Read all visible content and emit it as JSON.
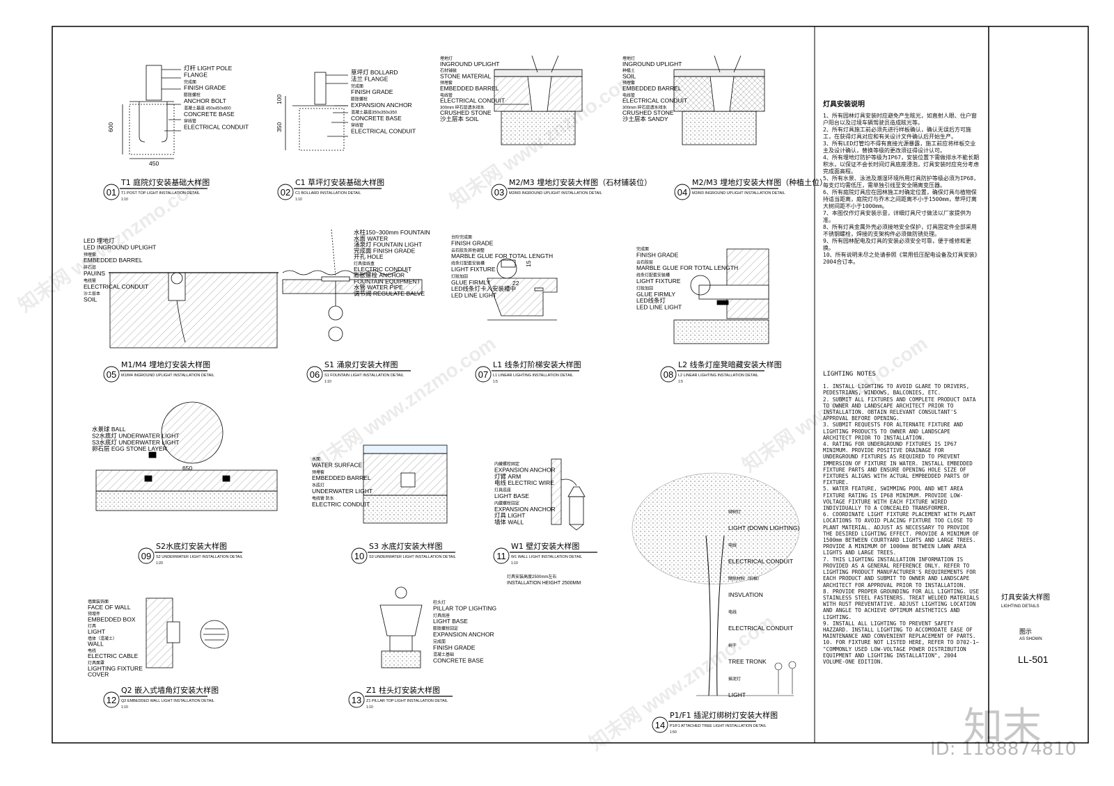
{
  "details": [
    {
      "num": "01",
      "title": "T1 庭院灯安装基础大样图",
      "subtitle": "T1 POST TOP LIGHT INSTALLATION DETAIL",
      "scale": "1:10",
      "labels": [
        "灯杆 LIGHT POLE",
        "FLANGE",
        "完成面",
        "FINISH GRADE",
        "膨胀螺栓",
        "ANCHOR BOLT",
        "混凝土基座 450x450x600",
        "CONCRETE BASE",
        "穿线管",
        "ELECTRICAL CONDUIT"
      ],
      "dims": [
        "600",
        "450"
      ]
    },
    {
      "num": "02",
      "title": "C1 草坪灯安装基础大样图",
      "subtitle": "C1 BOLLARD INSTALLATION DETAIL",
      "scale": "1:10",
      "labels": [
        "草坪灯 BOLLARD",
        "法兰 FLANGE",
        "完成面",
        "FINISH GRADE",
        "膨胀螺栓",
        "EXPANSION ANCHOR",
        "混凝土基座350x350x350",
        "CONCRETE BASE",
        "穿线管",
        "ELECTRICAL CONDUIT"
      ],
      "dims": [
        "100",
        "350"
      ]
    },
    {
      "num": "03",
      "title": "M2/M3 埋地灯安装大样图（石材铺装位）",
      "subtitle": "M2/M3 INGROUND UPLIGHT INSTALLATION DETAIL",
      "scale": "",
      "labels": [
        "埋地灯",
        "INGROUND UPLIGHT",
        "石材铺装",
        "STONE MATERIAL",
        "预埋套",
        "EMBEDDED BARREL",
        "电线管",
        "ELECTRICAL CONDUIT",
        "300mm 碎石层透水排水",
        "CRUSHED STONE",
        "沙土层本 SOIL"
      ],
      "dims": []
    },
    {
      "num": "04",
      "title": "M2/M3 埋地灯安装大样图（种植土位）",
      "subtitle": "M2/M3 INGROUND UPLIGHT INSTALLATION DETAIL",
      "scale": "",
      "labels": [
        "埋地灯",
        "INGROUND UPLIGHT",
        "种植土",
        "SOIL",
        "预埋套",
        "EMBEDDED BARREL",
        "电线管",
        "ELECTRICAL CONDUIT",
        "300mm 碎石层透水排水",
        "CRUSHED STONE",
        "沙土层本 SANDY"
      ],
      "dims": []
    },
    {
      "num": "05",
      "title": "M1/M4 埋地灯安装大样图",
      "subtitle": "M1/M4 INGROUND UPLIGHT INSTALLATION DETAIL",
      "scale": "",
      "labels": [
        "LED 埋地灯",
        "LED INGROUND UPLIGHT",
        "预埋套",
        "EMBEDDED BARREL",
        "碎石层",
        "PAUINS",
        "电线管",
        "ELECTRICAL CONDUIT",
        "沙土层本",
        "SOIL"
      ],
      "dims": []
    },
    {
      "num": "06",
      "title": "S1 涌泉灯安装大样图",
      "subtitle": "S1 FOUNTAIN LIGHT INSTALLATION DETAIL",
      "scale": "1:10",
      "labels": [
        "水柱150~300mm FOUNTAIN",
        "水面 WATER",
        "涌泉灯 FOUNTAIN LIGHT",
        "完成面 FINISH GRADE",
        "开孔 HOLE",
        "灯具接线盒",
        "ELECTRIC CONDUIT",
        "膨胀螺栓 ANCHOR",
        "FOUNTAIN EQUIPMENT",
        "水管 WATER PIPE",
        "调节阀 REGULATE BALVE"
      ],
      "dims": []
    },
    {
      "num": "07",
      "title": "L1 线条灯阶梯安装大样图",
      "subtitle": "L1 LINEAR LIGHTING INSTALLATION DETAIL",
      "scale": "1:5",
      "labels": [
        "台阶完成面",
        "FINISH GRADE",
        "云石胶及其他调整",
        "MARBLE GLUE FOR TOTAL LENGTH",
        "线条灯配套安装槽",
        "LIGHT FIXTURE",
        "灯胶加固",
        "GLUE FIRMLY",
        "LED线条灯卡入安装槽中",
        "LED LINE LIGHT"
      ],
      "dims": [
        "15",
        "22"
      ]
    },
    {
      "num": "08",
      "title": "L2 线条灯座凳暗藏安装大样图",
      "subtitle": "L2 LINEAR LIGHTING INSTALLATION DETAIL",
      "scale": "1:5",
      "labels": [
        "完成面",
        "FINISH GRADE",
        "云石胶层",
        "MARBLE GLUE FOR TOTAL LENGTH",
        "线条灯配套安装槽",
        "LIGHT FIXTURE",
        "灯胶加固",
        "GLUE FIRMLY",
        "LED线条灯",
        "LED LINE LIGHT"
      ],
      "dims": []
    },
    {
      "num": "09",
      "title": "S2水底灯安装大样图",
      "subtitle": "S2 UNDERWATER LIGHT INSTALLATION DETAIL",
      "scale": "1:20",
      "labels": [
        "水景球 BALL",
        "S2水底灯 UNDERWATER LIGHT",
        "S3水底灯 UNDERWATER LIGHT",
        "卵石层 EGG STONE LAYER"
      ],
      "dims": [
        "650"
      ]
    },
    {
      "num": "10",
      "title": "S3 水底灯安装大样图",
      "subtitle": "S3 UNDERWATER LIGHT INSTALLATION DETAIL",
      "scale": "",
      "labels": [
        "水面",
        "WATER SURFACE",
        "预埋套",
        "EMBEDDED BARREL",
        "水底灯",
        "UNDERWATER LIGHT",
        "电线管 防水",
        "ELECTRIC CONDUIT"
      ],
      "dims": []
    },
    {
      "num": "11",
      "title": "W1 壁灯安装大样图",
      "subtitle": "W1 WALL LIGHT INSTALLATION DETAIL",
      "scale": "1:10",
      "labels": [
        "内藏螺栓固定",
        "EXPANSION ANCHOR",
        "灯臂 ARM",
        "电线 ELECTRIC WIRE",
        "灯具底座",
        "LIGHT BASE",
        "内藏螺栓固定",
        "EXPANSION ANCHOR",
        "灯具 LIGHT",
        "墙体 WALL"
      ],
      "note_cn": "灯具安装高度2500mm左右",
      "note_en": "INSTALLATION HEIGHT 2500MM",
      "dims": []
    },
    {
      "num": "12",
      "title": "Q2 嵌入式墙角灯安装大样图",
      "subtitle": "Q2 EMBEDDED WALL LIGHT INSTALLATION DETAIL",
      "scale": "1:10",
      "labels": [
        "墙面装饰面",
        "FACE OF WALL",
        "预埋件",
        "EMBEDDED BOX",
        "灯具",
        "LIGHT",
        "墙体（混凝土）",
        "WALL",
        "电线",
        "ELECTRIC CABLE",
        "灯具面罩",
        "LIGHTING FIXTURE",
        "COVER"
      ],
      "dims": []
    },
    {
      "num": "13",
      "title": "Z1 柱头灯安装大样图",
      "subtitle": "Z1 PILLAR TOP LIGHT INSTALLATION DETAIL",
      "scale": "1:10",
      "labels": [
        "柱头灯",
        "PILLAR TOP LIGHTING",
        "灯具底座",
        "LIGHT BASE",
        "膨胀螺栓固定",
        "EXPANSION ANCHOR",
        "完成面",
        "FINISH GRADE",
        "混凝土基础",
        "CONCRETE BASE"
      ],
      "dims": []
    },
    {
      "num": "14",
      "title": "P1/F1 插泥灯绑树灯安装大样图",
      "subtitle": "P1/F1 ATTACHED TREE LIGHT INSTALLATION DETAIL",
      "scale": "1:50",
      "labels": [
        "绑树灯",
        "LIGHT (DOWN LIGHTING)",
        "电线",
        "ELECTRICAL CONDUIT",
        "隔热材料（石棉）",
        "INSVLATION",
        "电线",
        "ELECTRICAL CONDUIT",
        "树干",
        "TREE TRONK",
        "插泥灯",
        "LIGHT"
      ],
      "dims": []
    }
  ],
  "notes_cn": {
    "title": "灯具安装说明",
    "items": [
      "1、所有园林灯具安装时应避免产生眩光，如直射人眼、住户窗户阳台以及过境车辆驾驶员造成眩光等。",
      "2、所有灯具施工前必须先进行样板确认，确认无误后方可施工，在获得灯具对应和有关设计文件确认后开始生产。",
      "3、所有LED灯管均不得有直接光源暴露，施工前应将样板交业主及设计确认，替换等级的更改须征得设计认可。",
      "4、所有埋地灯防护等级为IP67，安装位置下需做排水不能长期积水，以保证不会长时间灯具底座浸泡，灯具安装时应充分考虑完成面高程。",
      "5、所有水景、泳池及潮湿环境所用灯具防护等级必须为IP68，每支灯均需低压，需单独引线至安全隔离变压器。",
      "6、所有庭院灯具应在园林施工时确定位置，确保灯具与植物保持适当距离，庭院灯与乔木之间距离不小于1500mm，草坪灯离大树间距不小于1000mm。",
      "7、本图仅作灯具安装示意，详细灯具尺寸做法以厂家提供为准。",
      "8、所有灯具金属外壳必须接地安全保护，灯具固定件全部采用不锈钢螺栓，焊接的支架构件必须做防锈处理。",
      "9、所有园林配电及灯具的安装必须安全可靠，便于维修和更换。",
      "10、所有说明未尽之处请参照《常用低压配电设备及灯具安装》2004合订本。"
    ]
  },
  "notes_en": {
    "title": "LIGHTING NOTES",
    "items": [
      "1. INSTALL LIGHTING TO AVOID GLARE TO DRIVERS, PEDESTRIANS, WINDOWS, BALCONIES, ETC.",
      "2. SUBMIT ALL FIXTURES AND COMPLETE PRODUCT DATA TO OWNER AND LANDSCAPE ARCHITECT PRIOR TO INSTALLATION. OBTAIN RELEVANT CONSULTANT'S APPROVAL BEFORE OPENING.",
      "3. SUBMIT REQUESTS FOR ALTERNATE FIXTURE AND LIGHTING PRODUCTS TO OWNER AND LANDSCAPE ARCHITECT PRIOR TO INSTALLATION.",
      "4. RATING FOR UNDERGROUND FIXTURES IS IP67 MINIMUM. PROVIDE POSITIVE DRAINAGE FOR UNDERGROUND FIXTURES AS REQUIRED TO PREVENT IMMERSION OF FIXTURE IN WATER. INSTALL EMBEDDED FIXTURE PARTS AND ENSURE OPENING HOLE SIZE OF FIXTURES ALIGNS WITH ACTUAL EMPBEDDED PARTS OF FIXTURE.",
      "5. WATER FEATURE, SWIMMING POOL AND WET AREA FIXTURE RATING IS IP68 MINIMUM. PROVIDE LOW-VOLTAGE FIXTURE WITH EACH FIXTURE WIRED INDIVIDUALLY TO A CONCEALED TRANSFORMER.",
      "6. COORDINATE LIGHT FIXTURE PLACEMENT WITH PLANT LOCATIONS TO AVOID PLACING FIXTURE TOO CLOSE TO PLANT MATERIAL. ADJUST AS NECESSARY TO PROVIDE THE DESIRED LIGHTING EFFECT. PROVIDE A MINIMUM OF 1500mm BETWEEN COURTYARD LIGHTS AND LARGE TREES.",
      "PROVIDE A MINIMUM OF 1000mm BETWEEN LAWN AREA LIGHTS AND LARGE TREES.",
      "7. THIS LIGHTING INSTALLATION INFORMATION IS PROVIDED AS A GENERAL REFERENCE ONLY. REFER TO LIGHTING PRODUCT MANUFACTURER'S REQUIREMENTS FOR EACH PRODUCT AND SUBMIT TO OWNER AND LANDSCAPE ARCHITECT FOR APPROVAL PRIOR TO INSTALLATION.",
      "8. PROVIDE PROPER GROUNDING FOR ALL LIGHTING. USE STAINLESS STEEL FASTENERS. TREAT WELDED MATERIALS WITH RUST PREVENTATIVE. ADJUST LIGHTING LOCATION AND ANGLE TO ACHIEVE OPTIMUM AESTHETICS AND LIGHTING.",
      "9. INSTALL ALL LIGHTING TO PREVENT SAFETY HAZZARD. INSTALL LIGHTING TO ACCOMODATE EASE OF MAINTENANCE AND CONVENIENT REPLACEMENT OF PARTS.",
      "10. FOR FIXTURE NOT LISTED HERE, REFER TO D702-1~ \"COMMONLY USED LOW-VOLTAGE POWER DISTRIBUTION EQUIPMENT AND LIGHTING INSTALLATION\", 2004 VOLUME-ONE EDITION."
    ]
  },
  "title_block": {
    "drawing_title_cn": "灯具安装大样图",
    "drawing_title_en": "LIGHTING DETAILS",
    "scale_cn": "图示",
    "scale_en": "AS SHOWN",
    "sheet_no": "LL-501"
  },
  "watermark": {
    "text": "知末网 www.znzmo.com",
    "brand": "知末",
    "id": "ID: 1188874810"
  }
}
